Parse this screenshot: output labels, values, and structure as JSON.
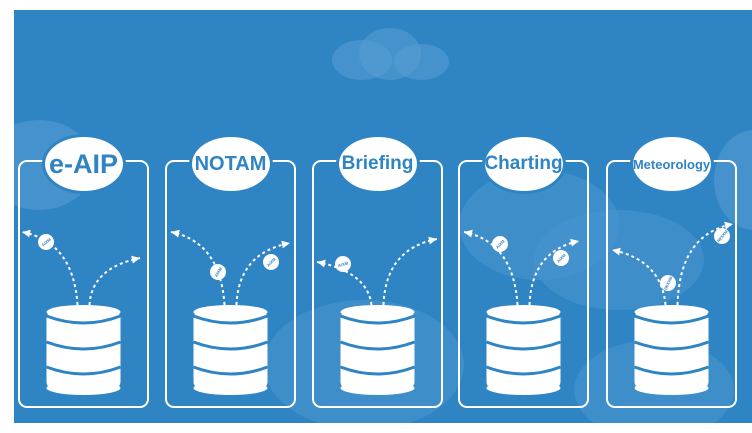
{
  "diagram": {
    "modules": [
      {
        "label": "e-AIP",
        "arrow_labels": [
          "AIXM",
          ""
        ]
      },
      {
        "label": "NOTAM",
        "arrow_labels": [
          "AIXM",
          "AIXM"
        ]
      },
      {
        "label": "Briefing",
        "arrow_labels": [
          "AIXM",
          ""
        ]
      },
      {
        "label": "Charting",
        "arrow_labels": [
          "AIXM",
          "AIXM"
        ]
      },
      {
        "label": "Meteorology",
        "arrow_labels": [
          "IWXXM",
          "IWXXM"
        ]
      }
    ]
  },
  "colors": {
    "background": "#2f84c4",
    "cloud": "#5a9fd4",
    "foreground": "#ffffff"
  }
}
